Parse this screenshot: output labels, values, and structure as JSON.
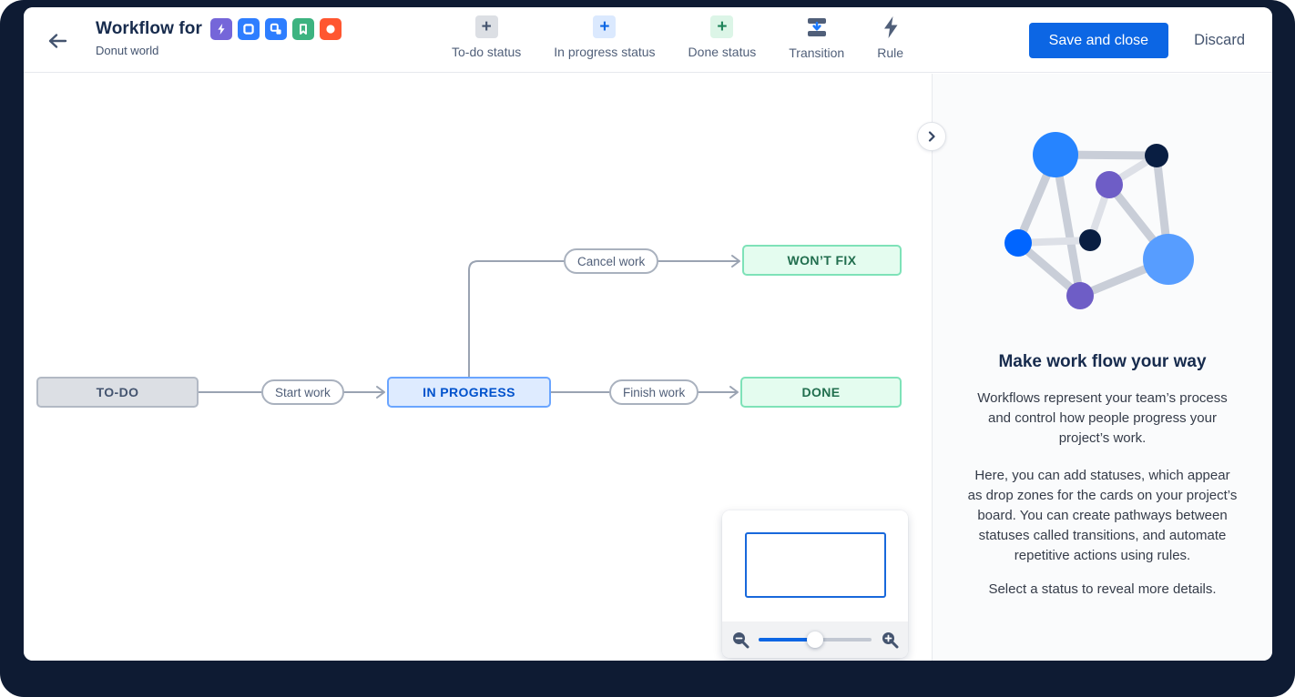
{
  "header": {
    "title": "Workflow for",
    "subtitle": "Donut world",
    "project_icons": [
      {
        "name": "lightning-icon",
        "color": "#7566D9"
      },
      {
        "name": "square-icon",
        "color": "#2E7EFF"
      },
      {
        "name": "subtask-icon",
        "color": "#2E7EFF"
      },
      {
        "name": "bookmark-icon",
        "color": "#3DB380"
      },
      {
        "name": "circle-icon",
        "color": "#FF5630"
      }
    ],
    "toolbar": [
      {
        "label": "To-do status",
        "icon": "plus-gray"
      },
      {
        "label": "In progress status",
        "icon": "plus-blue"
      },
      {
        "label": "Done status",
        "icon": "plus-green"
      },
      {
        "label": "Transition",
        "icon": "transition"
      },
      {
        "label": "Rule",
        "icon": "lightning"
      }
    ],
    "save_label": "Save and close",
    "discard_label": "Discard"
  },
  "canvas": {
    "statuses": [
      {
        "label": "TO-DO",
        "category": "todo"
      },
      {
        "label": "IN PROGRESS",
        "category": "inprogress"
      },
      {
        "label": "DONE",
        "category": "done"
      },
      {
        "label": "WON’T FIX",
        "category": "done"
      }
    ],
    "transitions": [
      {
        "label": "Start work",
        "from": "TO-DO",
        "to": "IN PROGRESS"
      },
      {
        "label": "Finish work",
        "from": "IN PROGRESS",
        "to": "DONE"
      },
      {
        "label": "Cancel work",
        "from": "IN PROGRESS",
        "to": "WON’T FIX"
      }
    ]
  },
  "minimap": {
    "zoom_percent": 50
  },
  "panel": {
    "heading": "Make work flow your way",
    "paragraphs": [
      "Workflows represent your team’s process and control how people progress your project’s work.",
      "Here, you can add statuses, which appear as drop zones for the cards on your project’s board. You can create pathways between statuses called transitions, and automate repetitive actions using rules.",
      "Select a status to reveal more details."
    ]
  },
  "colors": {
    "frame": "#0E1B33",
    "accent_blue": "#0C66E4",
    "status_todo_bg": "#DCDFE4",
    "status_inprogress_bg": "#DEEBFF",
    "status_inprogress_text": "#0052CC",
    "status_done_bg": "#E4FCEF",
    "status_done_text": "#216E4E",
    "connector_gray": "#9AA3B2"
  }
}
